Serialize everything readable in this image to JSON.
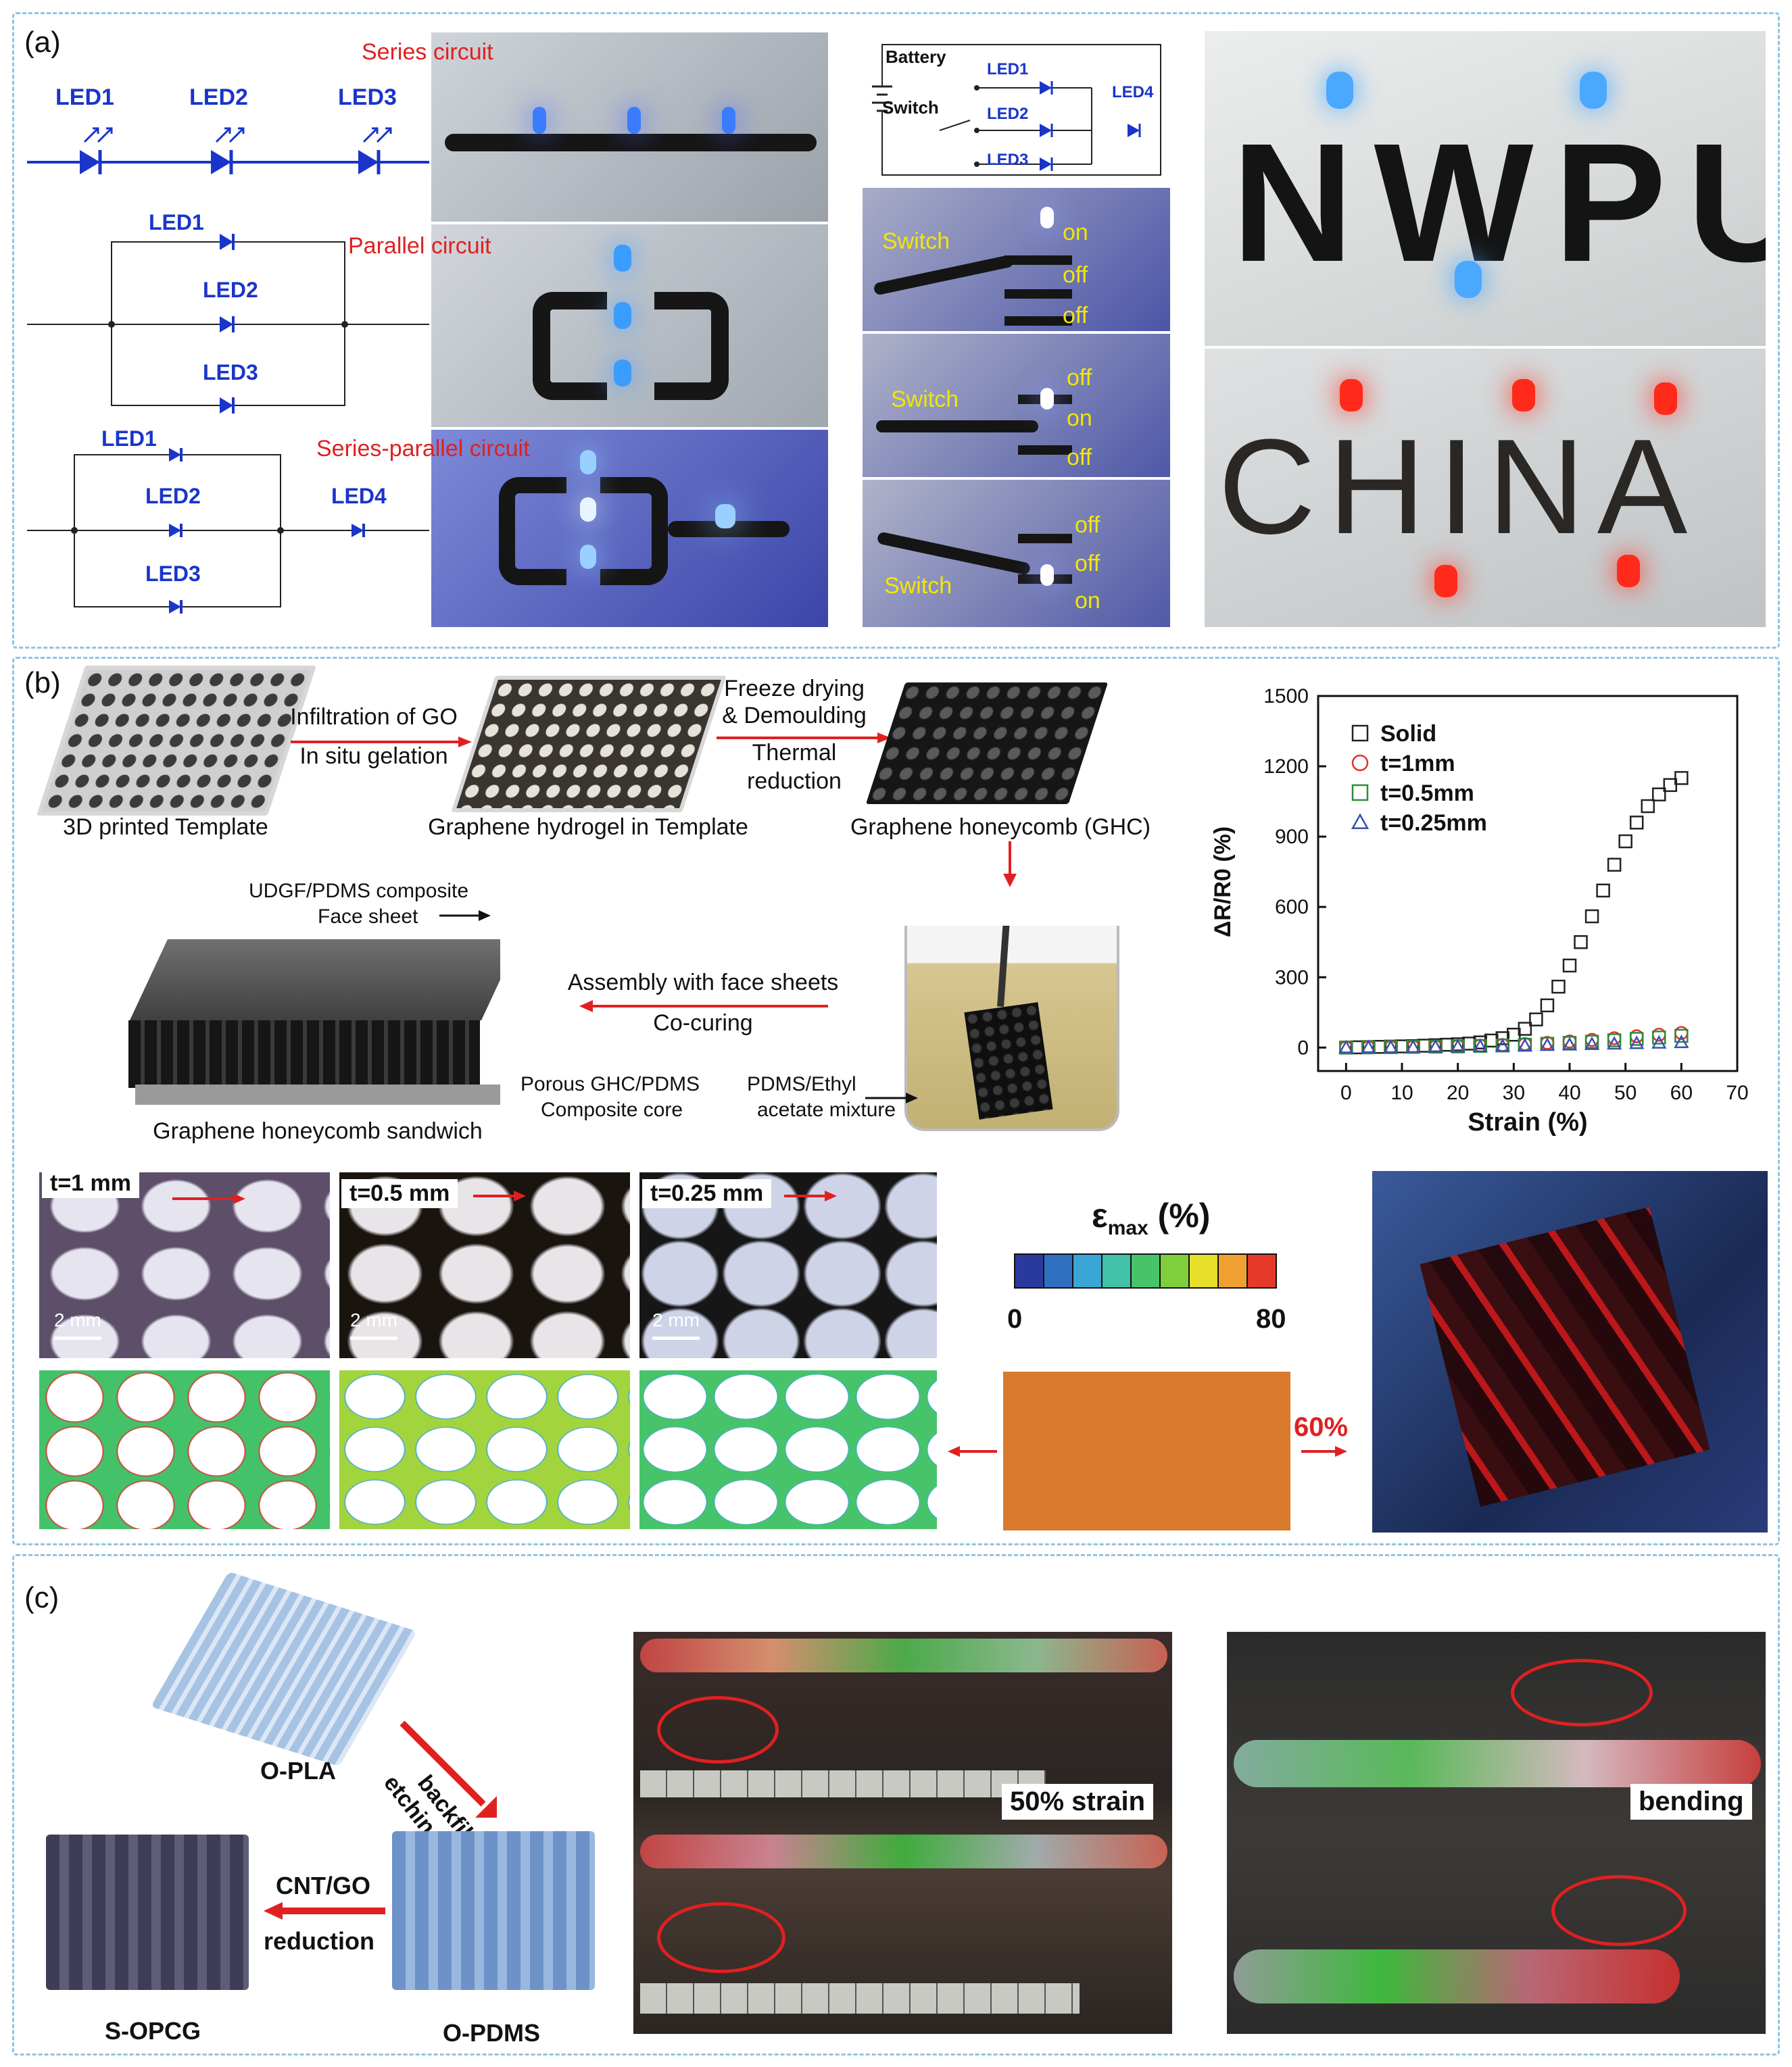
{
  "panel_a": {
    "label": "(a)",
    "circuits": {
      "series_title": "Series circuit",
      "parallel_title": "Parallel circuit",
      "series_parallel_title": "Series-parallel circuit",
      "led1": "LED1",
      "led2": "LED2",
      "led3": "LED3",
      "led4": "LED4"
    },
    "switch_diagram": {
      "battery": "Battery",
      "switch": "Switch"
    },
    "switch_photos": [
      {
        "switch": "Switch",
        "states": [
          "on",
          "off",
          "off"
        ]
      },
      {
        "switch": "Switch",
        "states": [
          "off",
          "on",
          "off"
        ]
      },
      {
        "switch": "Switch",
        "states": [
          "off",
          "off",
          "on"
        ]
      }
    ],
    "letters_top": "NWPU",
    "letters_bottom": "CHINA"
  },
  "panel_b": {
    "label": "(b)",
    "flow": {
      "template": "3D printed Template",
      "step1_top": "Infiltration of GO",
      "step1_bottom": "In situ gelation",
      "hydrogel": "Graphene hydrogel in Template",
      "step2_top1": "Freeze drying",
      "step2_top2": "& Demoulding",
      "step2_bot1": "Thermal",
      "step2_bot2": "reduction",
      "ghc": "Graphene honeycomb (GHC)",
      "face_sheet1": "UDGF/PDMS  composite",
      "face_sheet2": "Face sheet",
      "assembly": "Assembly with face sheets",
      "cocuring": "Co-curing",
      "core1": "Porous GHC/PDMS",
      "core2": "Composite core",
      "mixture1": "PDMS/Ethyl",
      "mixture2": "acetate mixture",
      "sandwich": "Graphene honeycomb sandwich"
    },
    "micro": [
      {
        "t": "t=1 mm",
        "scale": "2 mm"
      },
      {
        "t": "t=0.5 mm",
        "scale": "2 mm"
      },
      {
        "t": "t=0.25 mm",
        "scale": "2 mm"
      }
    ],
    "colorbar": {
      "title": "ε",
      "title_sub": "max",
      "title_unit": " (%)",
      "min": "0",
      "max": "80",
      "colors": [
        "#2a3a9c",
        "#2f6fc0",
        "#3aa6d8",
        "#42c2a8",
        "#47c46a",
        "#7fcf3c",
        "#e6e02a",
        "#f0a030",
        "#e53a2a"
      ]
    },
    "strain_label": "60%"
  },
  "chart_data": {
    "type": "scatter",
    "xlabel": "Strain (%)",
    "ylabel": "ΔR/R0 (%)",
    "xlim": [
      -5,
      70
    ],
    "ylim": [
      -100,
      1500
    ],
    "xticks": [
      0,
      10,
      20,
      30,
      40,
      50,
      60,
      70
    ],
    "yticks": [
      0,
      300,
      600,
      900,
      1200,
      1500
    ],
    "legend_position": "top-left",
    "series": [
      {
        "name": "Solid",
        "marker": "square",
        "color": "#222222",
        "x": [
          0,
          2,
          4,
          6,
          8,
          10,
          12,
          14,
          16,
          18,
          20,
          22,
          24,
          26,
          28,
          30,
          32,
          34,
          36,
          38,
          40,
          42,
          44,
          46,
          48,
          50,
          52,
          54,
          56,
          58,
          60
        ],
        "y": [
          0,
          1,
          2,
          3,
          4,
          5,
          6,
          8,
          10,
          12,
          14,
          17,
          22,
          30,
          40,
          55,
          80,
          120,
          180,
          260,
          350,
          450,
          560,
          670,
          780,
          880,
          960,
          1030,
          1080,
          1120,
          1150
        ]
      },
      {
        "name": "t=1mm",
        "marker": "circle",
        "color": "#e5302a",
        "x": [
          0,
          4,
          8,
          12,
          16,
          20,
          24,
          28,
          32,
          36,
          40,
          44,
          48,
          52,
          56,
          60
        ],
        "y": [
          0,
          1,
          2,
          3,
          4,
          6,
          8,
          11,
          15,
          20,
          26,
          33,
          40,
          48,
          55,
          62
        ]
      },
      {
        "name": "t=0.5mm",
        "marker": "square",
        "color": "#2e8b3a",
        "x": [
          0,
          4,
          8,
          12,
          16,
          20,
          24,
          28,
          32,
          36,
          40,
          44,
          48,
          52,
          56,
          60
        ],
        "y": [
          0,
          1,
          2,
          3,
          4,
          5,
          7,
          9,
          12,
          16,
          20,
          25,
          31,
          37,
          43,
          50
        ]
      },
      {
        "name": "t=0.25mm",
        "marker": "triangle",
        "color": "#3a4fb0",
        "x": [
          0,
          4,
          8,
          12,
          16,
          20,
          24,
          28,
          32,
          36,
          40,
          44,
          48,
          52,
          56,
          60
        ],
        "y": [
          0,
          1,
          1,
          2,
          3,
          4,
          5,
          6,
          8,
          10,
          12,
          14,
          16,
          18,
          20,
          22
        ]
      }
    ]
  },
  "panel_c": {
    "label": "(c)",
    "opla": "O-PLA",
    "backfilling": "backfilling",
    "etching": "etching",
    "cntgo": "CNT/GO",
    "reduction": "reduction",
    "sopcg": "S-OPCG",
    "opdms": "O-PDMS",
    "strain": "50% strain",
    "bending": "bending"
  }
}
